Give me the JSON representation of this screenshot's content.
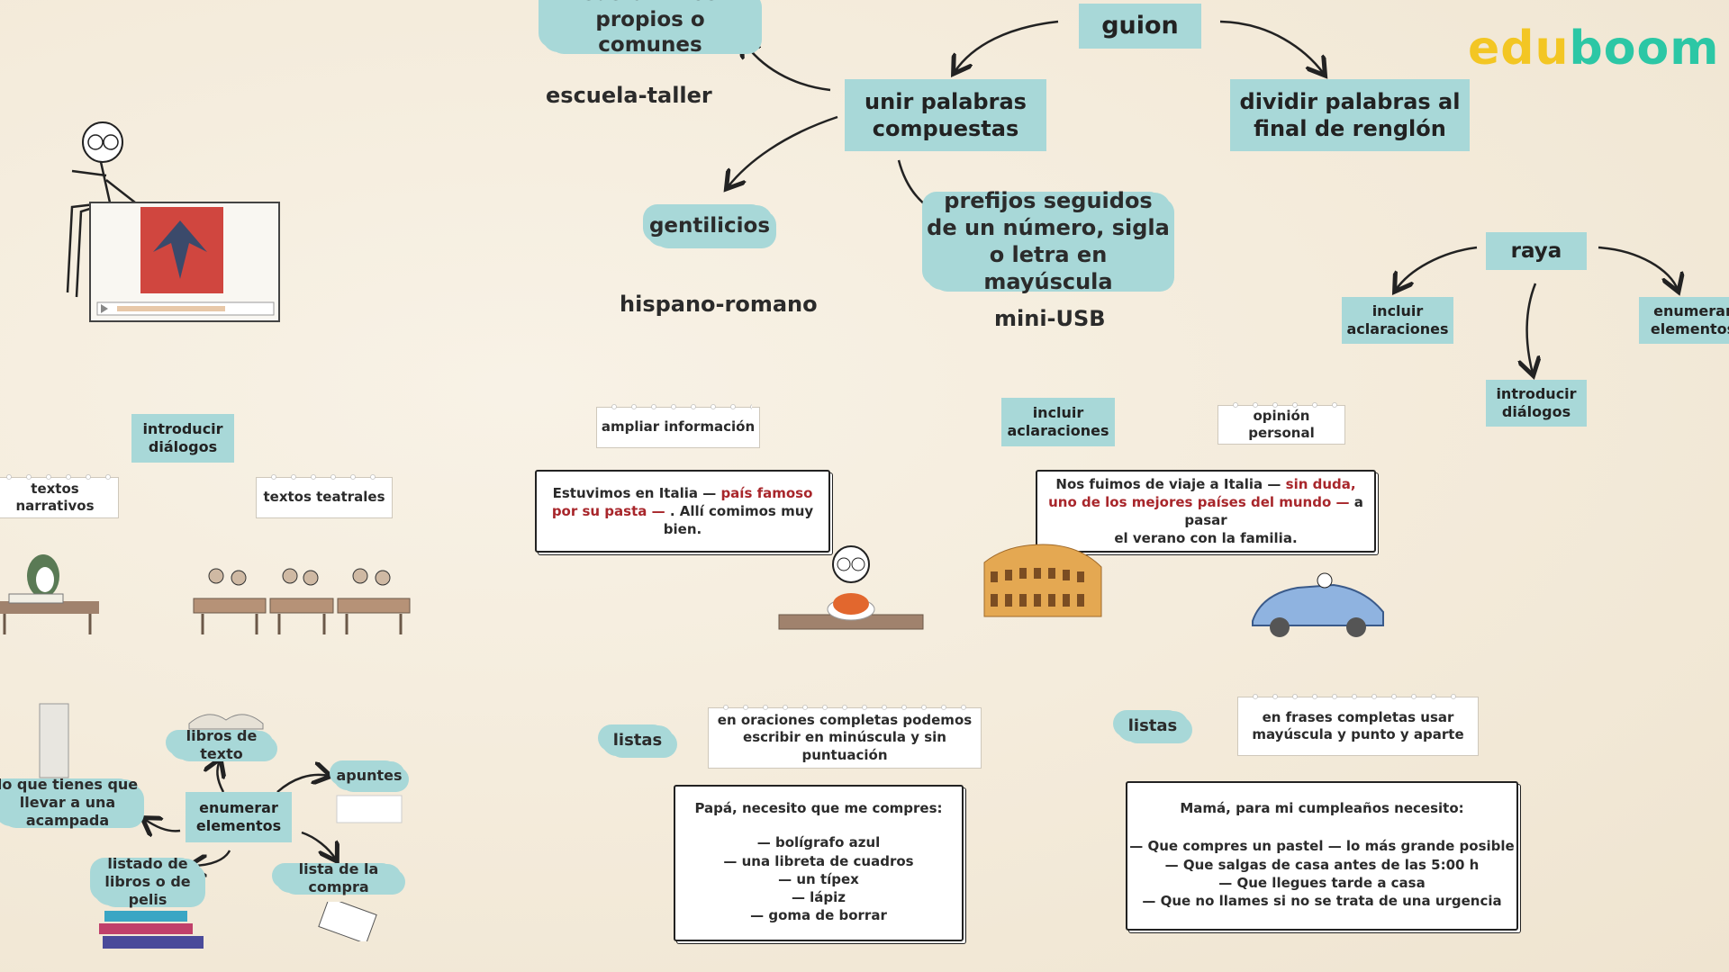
{
  "logo": {
    "part1": "edu",
    "part2": "boom"
  },
  "guion": {
    "title": "guion",
    "unir": "unir palabras compuestas",
    "dividir": "dividir palabras al final de renglón",
    "sustantivos": "sustantivos propios o comunes",
    "sustantivos_example": "escuela-taller",
    "gentilicios": "gentilicios",
    "gentilicios_example": "hispano-romano",
    "prefijos": "prefijos seguidos de un número, sigla o letra en mayúscula",
    "prefijos_example": "mini-USB"
  },
  "raya": {
    "title": "raya",
    "incluir": "incluir aclaraciones",
    "enumerar": "enumerar elementos",
    "introducir": "introducir diálogos"
  },
  "dialogos": {
    "title": "introducir diálogos",
    "narrativos": "textos narrativos",
    "teatrales": "textos teatrales"
  },
  "aclaraciones": {
    "title": "incluir aclaraciones",
    "ampliar": "ampliar información",
    "opinion": "opinión personal",
    "example1_a": "Estuvimos en Italia —",
    "example1_red1": "país famoso",
    "example1_red2": "por su pasta —",
    "example1_b": ". Allí comimos muy bien.",
    "example2_a": "Nos fuimos de viaje a Italia —",
    "example2_red1": "sin duda,",
    "example2_red2": "uno de los mejores países del mundo —",
    "example2_b": "a pasar",
    "example2_c": "el verano con la familia."
  },
  "enumerar": {
    "title": "enumerar elementos",
    "libros": "libros de texto",
    "apuntes": "apuntes",
    "acampada": "lo que tienes que llevar a una acampada",
    "listado": "listado de libros o de pelis",
    "compra": "lista de la compra"
  },
  "listas1": {
    "label": "listas",
    "rule": "en oraciones completas podemos escribir en minúscula y sin puntuación",
    "heading": "Papá, necesito que me compres:",
    "items": [
      "— bolígrafo azul",
      "— una libreta de cuadros",
      "— un típex",
      "— lápiz",
      "— goma de borrar"
    ]
  },
  "listas2": {
    "label": "listas",
    "rule": "en frases completas usar mayúscula y punto y aparte",
    "heading": "Mamá, para mi cumpleaños necesito:",
    "items": [
      "— Que compres un pastel — lo más grande posible",
      "— Que salgas de casa antes de las 5:00 h",
      "— Que llegues tarde a casa",
      "— Que no llames si no se trata de una urgencia"
    ]
  },
  "colors": {
    "teal": "#a8d8d8",
    "red_text": "#a8262b",
    "logo_yellow": "#f3c623",
    "logo_green": "#2cc7a5"
  }
}
